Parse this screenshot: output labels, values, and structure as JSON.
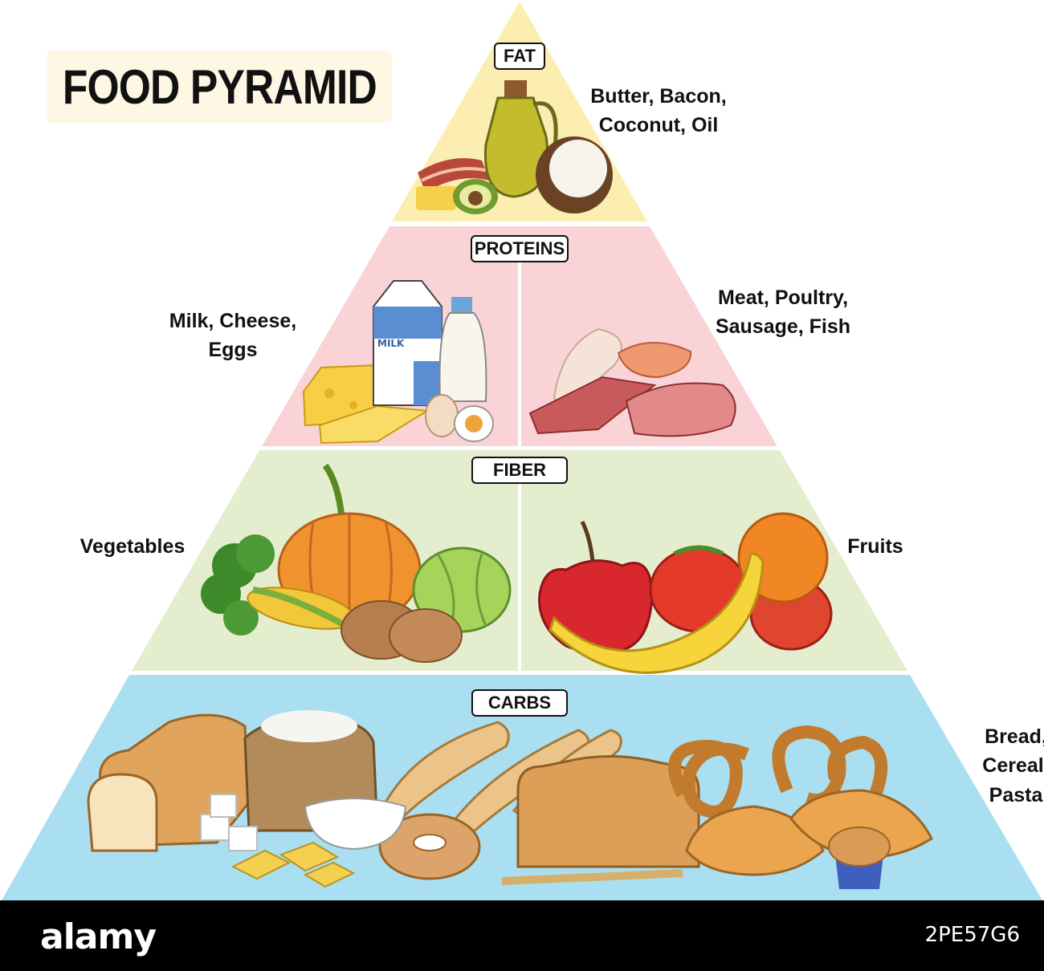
{
  "title": "FOOD PYRAMID",
  "tiers": [
    {
      "tag": "FAT",
      "color": "#fbeeb0",
      "labels": [
        "Butter, Bacon,\nCoconut, Oil"
      ]
    },
    {
      "tag": "PROTEINS",
      "color": "#f9d3d6",
      "labels": [
        "Milk, Cheese, Eggs",
        "Meat, Poultry,\nSausage, Fish"
      ]
    },
    {
      "tag": "FIBER",
      "color": "#e5edcf",
      "labels": [
        "Vegetables",
        "Fruits"
      ]
    },
    {
      "tag": "CARBS",
      "color": "#a9dff0",
      "labels": [
        "Bread,\nCereal,\nPasta"
      ]
    }
  ],
  "watermark": {
    "logo": "alamy",
    "image_id": "2PE57G6"
  },
  "icons": [
    "oil-bottle-icon",
    "bacon-icon",
    "coconut-icon",
    "avocado-icon",
    "butter-icon",
    "milk-carton-icon",
    "milk-bottle-icon",
    "cheese-icon",
    "egg-icon",
    "chicken-leg-icon",
    "salmon-steak-icon",
    "meat-steak-icon",
    "pumpkin-icon",
    "broccoli-icon",
    "cabbage-icon",
    "corn-icon",
    "potato-icon",
    "apple-icon",
    "tomato-icon",
    "orange-icon",
    "banana-icon",
    "bread-loaf-icon",
    "flour-sack-icon",
    "baguette-icon",
    "bagel-icon",
    "pretzel-icon",
    "croissant-icon",
    "muffin-icon",
    "sugar-cubes-icon",
    "pasta-icon"
  ]
}
